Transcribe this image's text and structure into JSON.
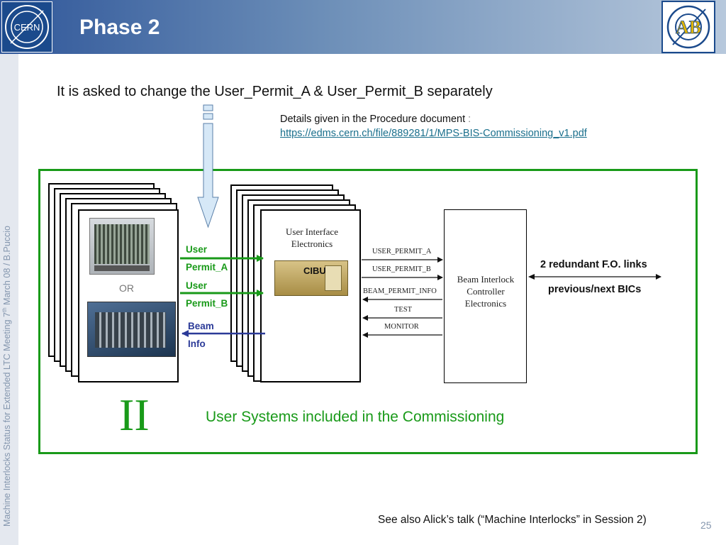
{
  "header": {
    "title": "Phase 2",
    "cern_logo_text": "CERN",
    "ab_logo_text": "AB"
  },
  "sidebar": {
    "text_before_sup": "Machine Interlocks Status  for  Extended LTC  Meeting 7",
    "sup": "th",
    "text_after_sup": " March 08 /  B.Puccio"
  },
  "intro": {
    "text": "It is asked to change the User_Permit_A &  User_Permit_B separately"
  },
  "details": {
    "text": "Details given in the Procedure document",
    "colon": " :",
    "link": "https://edms.cern.ch/file/889281/1/MPS-BIS-Commissioning_v1.pdf"
  },
  "diagram": {
    "or_label": "OR",
    "user_permit_a": [
      "User",
      "Permit_A"
    ],
    "user_permit_b": [
      "User",
      "Permit_B"
    ],
    "beam_info": [
      "Beam",
      "Info"
    ],
    "uie_title": [
      "User Interface",
      "Electronics"
    ],
    "cibu_label": "CIBU",
    "signals": [
      "USER_PERMIT_A",
      "USER_PERMIT_B",
      "BEAM_PERMIT_INFO",
      "TEST",
      "MONITOR"
    ],
    "bic_label": [
      "Beam Interlock",
      "Controller",
      "Electronics"
    ],
    "fo_links": "2 redundant F.O. links",
    "prev_next": "previous/next BICs",
    "roman": "II",
    "systems_label": "User Systems included in the Commissioning"
  },
  "footer": {
    "see_also": "See also Alick’s talk (“Machine Interlocks” in Session 2)",
    "page_number": "25"
  },
  "colors": {
    "header_blue": "#30579a",
    "green": "#199a19",
    "blue_arrow": "#2b3a98",
    "light_blue_arrow": "#d6e8f7"
  }
}
